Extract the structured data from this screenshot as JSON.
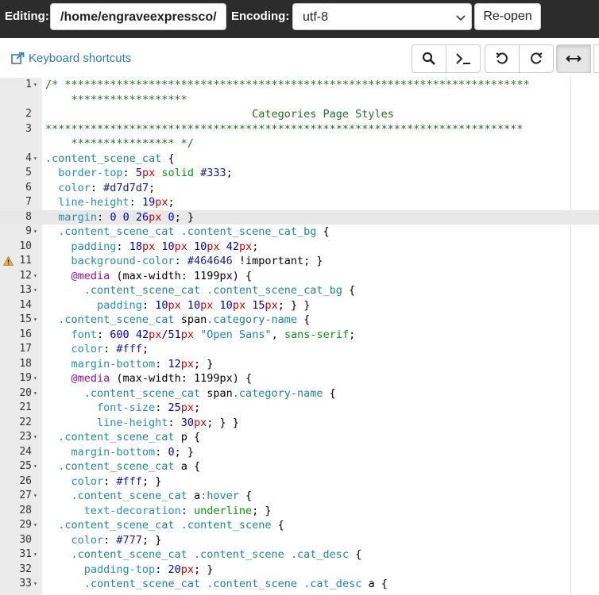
{
  "header": {
    "editing_label": "Editing:",
    "file_path": "/home/engraveexpressco/",
    "encoding_label": "Encoding:",
    "encoding_value": "utf-8",
    "reopen_label": "Re-open"
  },
  "toolbar": {
    "keyboard_shortcuts_label": "Keyboard shortcuts",
    "buttons": [
      {
        "name": "search-button",
        "icon": "search-icon"
      },
      {
        "name": "terminal-button",
        "icon": "terminal-icon"
      },
      {
        "name": "undo-button",
        "icon": "undo-icon"
      },
      {
        "name": "redo-button",
        "icon": "redo-icon"
      },
      {
        "name": "wrap-toggle-button",
        "icon": "horizontal-arrows-icon",
        "active": true
      }
    ]
  },
  "editor": {
    "highlighted_line": 8,
    "warning_line": 11,
    "lines": [
      {
        "n": "1",
        "fold": true,
        "code": "/* ************************************************************************"
      },
      {
        "n": "",
        "fold": false,
        "code": "    ******************"
      },
      {
        "n": "2",
        "fold": false,
        "code": "                                Categories Page Styles"
      },
      {
        "n": "3",
        "fold": false,
        "code": "**************************************************************************"
      },
      {
        "n": "",
        "fold": false,
        "code": "    **************** */"
      },
      {
        "n": "4",
        "fold": true,
        "code": ".content_scene_cat {"
      },
      {
        "n": "5",
        "fold": false,
        "code": "  border-top: 5px solid #333;"
      },
      {
        "n": "6",
        "fold": false,
        "code": "  color: #d7d7d7;"
      },
      {
        "n": "7",
        "fold": false,
        "code": "  line-height: 19px;"
      },
      {
        "n": "8",
        "fold": false,
        "code": "  margin: 0 0 26px 0; }"
      },
      {
        "n": "9",
        "fold": true,
        "code": "  .content_scene_cat .content_scene_cat_bg {"
      },
      {
        "n": "10",
        "fold": false,
        "code": "    padding: 18px 10px 10px 42px;"
      },
      {
        "n": "11",
        "fold": false,
        "code": "    background-color: #464646 !important; }"
      },
      {
        "n": "12",
        "fold": true,
        "code": "    @media (max-width: 1199px) {"
      },
      {
        "n": "13",
        "fold": true,
        "code": "      .content_scene_cat .content_scene_cat_bg {"
      },
      {
        "n": "14",
        "fold": false,
        "code": "        padding: 10px 10px 10px 15px; } }"
      },
      {
        "n": "15",
        "fold": true,
        "code": "  .content_scene_cat span.category-name {"
      },
      {
        "n": "16",
        "fold": false,
        "code": "    font: 600 42px/51px \"Open Sans\", sans-serif;"
      },
      {
        "n": "17",
        "fold": false,
        "code": "    color: #fff;"
      },
      {
        "n": "18",
        "fold": false,
        "code": "    margin-bottom: 12px; }"
      },
      {
        "n": "19",
        "fold": true,
        "code": "    @media (max-width: 1199px) {"
      },
      {
        "n": "20",
        "fold": true,
        "code": "      .content_scene_cat span.category-name {"
      },
      {
        "n": "21",
        "fold": false,
        "code": "        font-size: 25px;"
      },
      {
        "n": "22",
        "fold": false,
        "code": "        line-height: 30px; } }"
      },
      {
        "n": "23",
        "fold": true,
        "code": "  .content_scene_cat p {"
      },
      {
        "n": "24",
        "fold": false,
        "code": "    margin-bottom: 0; }"
      },
      {
        "n": "25",
        "fold": true,
        "code": "  .content_scene_cat a {"
      },
      {
        "n": "26",
        "fold": false,
        "code": "    color: #fff; }"
      },
      {
        "n": "27",
        "fold": true,
        "code": "    .content_scene_cat a:hover {"
      },
      {
        "n": "28",
        "fold": false,
        "code": "      text-decoration: underline; }"
      },
      {
        "n": "29",
        "fold": true,
        "code": "  .content_scene_cat .content_scene {"
      },
      {
        "n": "30",
        "fold": false,
        "code": "    color: #777; }"
      },
      {
        "n": "31",
        "fold": true,
        "code": "    .content_scene_cat .content_scene .cat_desc {"
      },
      {
        "n": "32",
        "fold": false,
        "code": "      padding-top: 20px; }"
      },
      {
        "n": "33",
        "fold": true,
        "code": "      .content_scene_cat .content_scene .cat_desc a {"
      }
    ]
  }
}
